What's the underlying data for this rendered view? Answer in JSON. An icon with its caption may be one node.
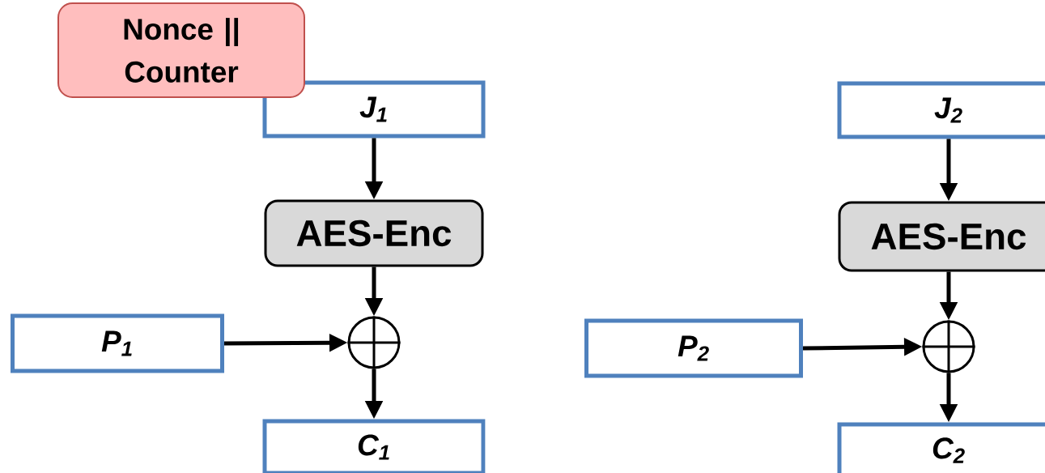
{
  "diagram": {
    "nodes": [
      {
        "text": [
          "Nonce || Counter"
        ]
      },
      {
        "text": [
          "J$_{1}$"
        ]
      },
      {
        "text": [
          "AES-Enc"
        ]
      },
      {
        "text": [
          "P$_{1}$"
        ]
      },
      {
        "text": [],
        "shape": "circle"
      },
      {
        "text": [
          "C$_{1}$"
        ]
      },
      {
        "text": [
          "J$_{2}$"
        ]
      },
      {
        "text": [
          "AES-Enc"
        ]
      },
      {
        "text": [
          "P$_{2}$"
        ]
      },
      {
        "text": [],
        "shape": "circle"
      },
      {
        "text": [
          "C$_{2}$"
        ]
      }
    ],
    "edges": [
      {
        "from": 1,
        "to": 2,
        "arrow": "to"
      },
      {
        "from": 2,
        "to": 4,
        "arrow": "to"
      },
      {
        "from": 3,
        "to": 4,
        "arrow": "to"
      },
      {
        "from": 4,
        "to": 5,
        "arrow": "to"
      },
      {
        "from": 6,
        "to": 7,
        "arrow": "to"
      },
      {
        "from": 7,
        "to": 9,
        "arrow": "to"
      },
      {
        "from": 8,
        "to": 9,
        "arrow": "to"
      },
      {
        "from": 9,
        "to": 10,
        "arrow": "to"
      }
    ]
  }
}
